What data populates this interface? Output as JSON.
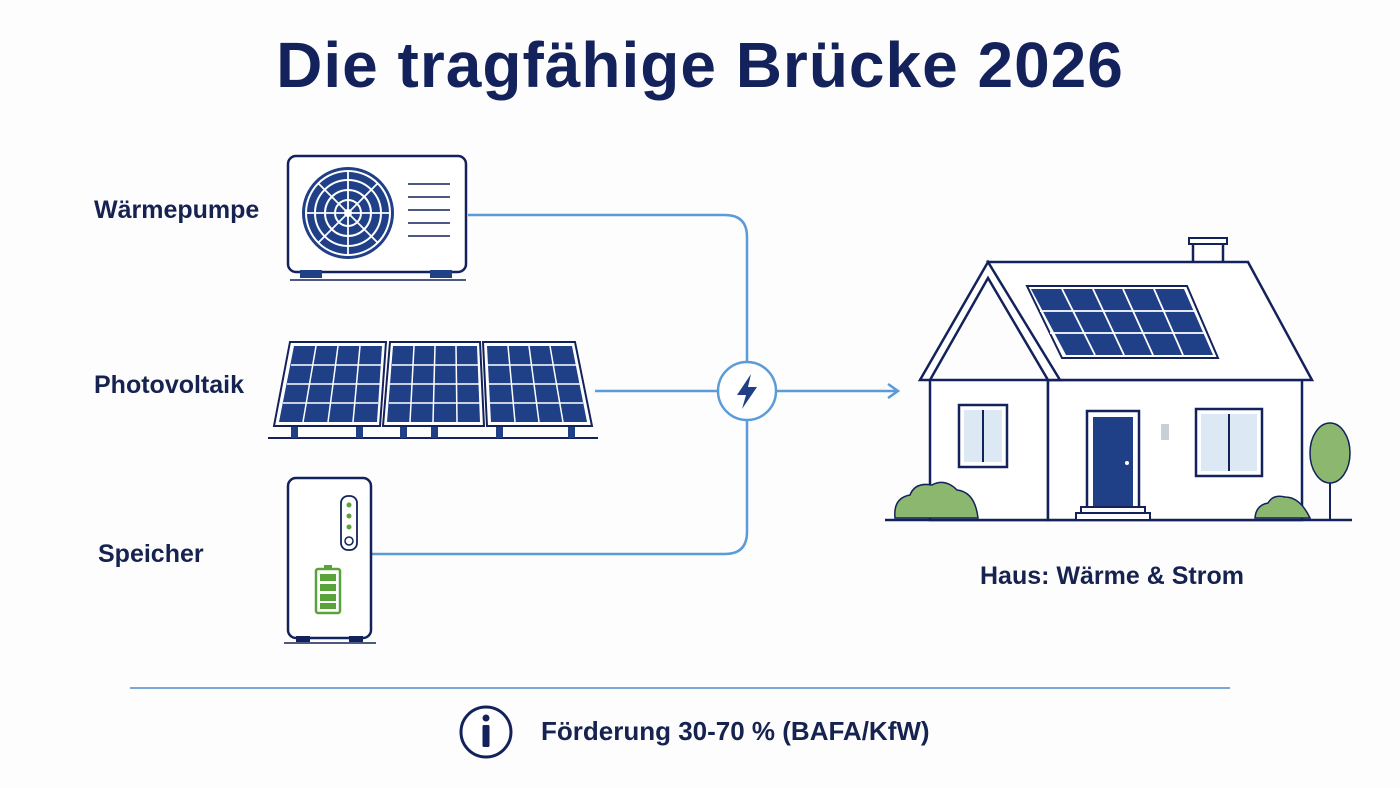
{
  "title": "Die tragfähige Brücke 2026",
  "components": {
    "heat_pump": "Wärmepumpe",
    "photovoltaic": "Photovoltaik",
    "storage": "Speicher"
  },
  "house": {
    "label": "Haus: Wärme & Strom"
  },
  "footer": {
    "info_text": "Förderung 30-70 % (BAFA/KfW)",
    "info_icon": "info-icon"
  },
  "icons": {
    "hub": "lightning-bolt-icon"
  },
  "colors": {
    "navy": "#13225a",
    "panel_blue": "#1f3f86",
    "line_blue": "#5b9bd8",
    "battery_green": "#5aa33a",
    "plant_green": "#8bb86e"
  }
}
